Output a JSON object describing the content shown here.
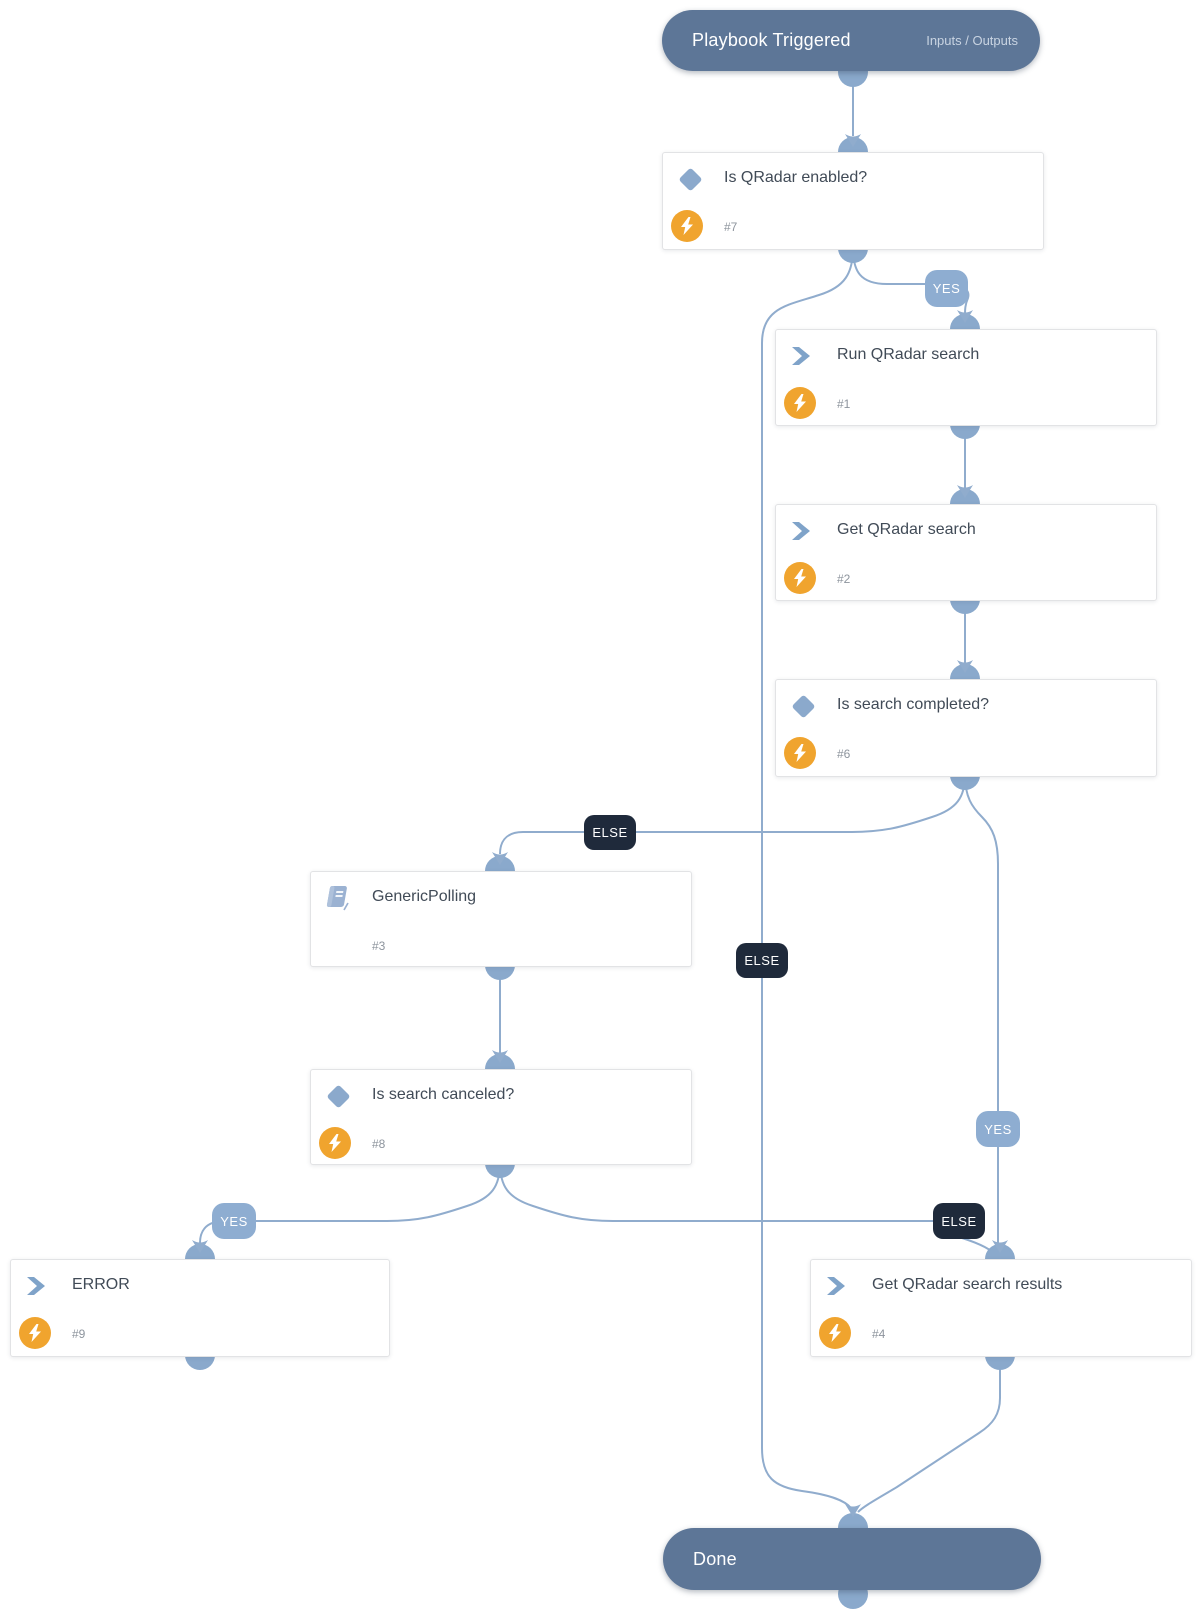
{
  "colors": {
    "connector_blue": "#90accd",
    "port_blue": "#8aa9cc",
    "header_pill": "#5d7697",
    "badge_yes": "#8eadd1",
    "badge_else": "#1f2a3b",
    "bolt_orange": "#f0a42e",
    "title_text": "#414b57",
    "id_text": "#8d949d",
    "box_border": "#e2e3e5"
  },
  "start_node": {
    "label": "Playbook Triggered",
    "section_label": "Inputs / Outputs"
  },
  "end_node": {
    "label": "Done"
  },
  "tasks": [
    {
      "id": "#7",
      "title": "Is QRadar enabled?",
      "type": "condition"
    },
    {
      "id": "#1",
      "title": "Run QRadar search",
      "type": "action"
    },
    {
      "id": "#2",
      "title": "Get QRadar search",
      "type": "action"
    },
    {
      "id": "#6",
      "title": "Is search completed?",
      "type": "condition"
    },
    {
      "id": "#3",
      "title": "GenericPolling",
      "type": "sub-playbook"
    },
    {
      "id": "#8",
      "title": "Is search canceled?",
      "type": "condition"
    },
    {
      "id": "#9",
      "title": "ERROR",
      "type": "action"
    },
    {
      "id": "#4",
      "title": "Get QRadar search results",
      "type": "action"
    }
  ],
  "edge_labels": [
    {
      "text": "YES"
    },
    {
      "text": "ELSE"
    },
    {
      "text": "ELSE"
    },
    {
      "text": "YES"
    },
    {
      "text": "ELSE"
    },
    {
      "text": "YES"
    }
  ]
}
